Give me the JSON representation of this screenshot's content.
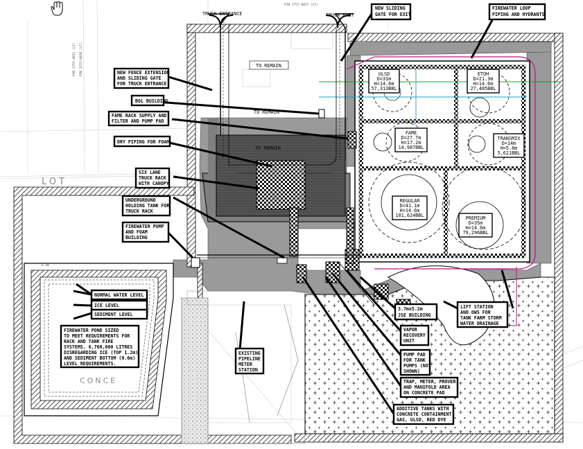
{
  "callouts": {
    "new_sliding_gate": [
      "NEW SLIDING",
      "GATE FOR EXIT"
    ],
    "firewater_loop": [
      "FIREWATER LOOP",
      "PIPING AND HYDRANTS"
    ],
    "new_fence_extension": [
      "NEW FENCE EXTENSION",
      "AND SLIDING GATE",
      "FOR TRUCK ENTRANCE"
    ],
    "bol_building": [
      "BOL BUILDING"
    ],
    "fame_rack_supply": [
      "FAME RACK SUPPLY AND",
      "FILTER AND PUMP PAD"
    ],
    "dry_piping": [
      "DRY PIPING FOR FOAM"
    ],
    "six_lane": [
      "SIX LANE",
      "TRUCK RACK",
      "WITH CANOPY"
    ],
    "underground_tank": [
      "UNDERGROUND",
      "HOLDING TANK FOR",
      "TRUCK RACK"
    ],
    "firewater_pump": [
      "FIREWATER PUMP",
      "AND FOAM",
      "BUILDING"
    ],
    "normal_water": [
      "NORMAL WATER LEVEL"
    ],
    "ice_level": [
      "ICE LEVEL"
    ],
    "sediment_level": [
      "SEDIMENT LEVEL"
    ],
    "firewater_pond": [
      "FIREWATER POND SIZED",
      "TO MEET REQUIREMENTS FOR",
      "RACK AND TANK FIRE",
      "SYSTEMS. 6,700,000 LITRES",
      "DISREGARDING ICE (TOP 1.2m)",
      "AND SEDIMENT BOTTOM (0.6m)",
      "LEVEL REQUIREMENTS."
    ],
    "existing_pipeline": [
      "EXISTING",
      "PIPELINE",
      "METER",
      "STATION"
    ],
    "jse_building": [
      "3.7mx5.2m",
      "JSE BUILDING"
    ],
    "lift_station": [
      "LIFT STATION",
      "AND OWS FOR",
      "TANK FARM STORM",
      "WATER DRAINAGE"
    ],
    "vapor_recovery": [
      "VAPOR",
      "RECOVERY",
      "UNIT"
    ],
    "pump_pad": [
      "PUMP PAD",
      "FOR TANK",
      "PUMPS (NOT",
      "SHOWN)"
    ],
    "trap_meter": [
      "TRAP, METER, PROVER",
      "AND MANIFOLD AREA",
      "ON CONCRETE PAD"
    ],
    "additive_tanks": [
      "ADDITIVE TANKS WITH",
      "CONCRETE CONTAINMENT",
      "GAS, ULSD, RED DYE"
    ]
  },
  "tanks": {
    "ulsd": [
      "ULSD",
      "D=31m",
      "H=14.6m",
      "57,313BBL"
    ],
    "etoh": [
      "ETOH",
      "D=21.3m",
      "H=14.6m",
      "27,485BBL"
    ],
    "fame": [
      "FAME",
      "D=27.7m",
      "H=17.2m",
      "14,987BBL"
    ],
    "transmix": [
      "TRANSMIX",
      "D=14m",
      "H=5.8m",
      "5,621BBL"
    ],
    "regular": [
      "REGULAR",
      "D=41.1m",
      "H=14.6m",
      "101,624BBL"
    ],
    "premium": [
      "PREMIUM",
      "D=35m",
      "H=14.6m",
      "79,296BBL"
    ]
  },
  "plain_labels": {
    "truck_entrance": "TRUCK ENTRANCE",
    "truck_exit": "TRUCK EXIT",
    "to_remain_1": "TO REMAIN",
    "to_remain_2": "TO REMAIN",
    "to_remain_3": "TO REMAIN",
    "lot": "LOT",
    "concrete": "CONCE",
    "pin_top": "PIN 1757-0027 (LT)",
    "pin_left1": "PIN 1757-0037 (LT)",
    "pin_left2": "PIN 1757-0038 (LT)",
    "scale_mark": "6.4m"
  },
  "colors": {
    "magenta_loop": "#c0108a",
    "green_line": "#1aa01a",
    "cyan_line": "#1a9cc8",
    "road": "#9a9a9a",
    "hatch": "#222222"
  }
}
